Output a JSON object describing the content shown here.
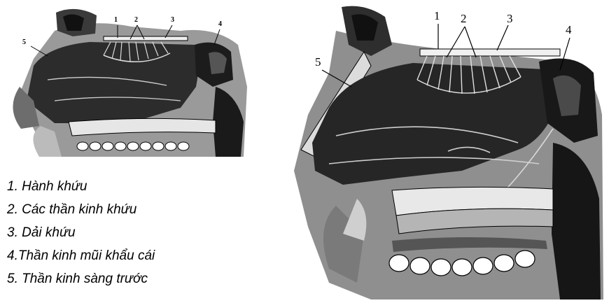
{
  "figures": {
    "small": {
      "callouts": [
        "1",
        "2",
        "3",
        "4",
        "5"
      ]
    },
    "large": {
      "callouts": [
        "1",
        "2",
        "3",
        "4",
        "5"
      ]
    }
  },
  "legend": {
    "items": [
      "1. Hành khứu",
      "2. Các thần kinh khứu",
      "3. Dải khứu",
      "4.Thần kinh mũi khẩu cái",
      "5. Thần kinh sàng trước"
    ]
  }
}
